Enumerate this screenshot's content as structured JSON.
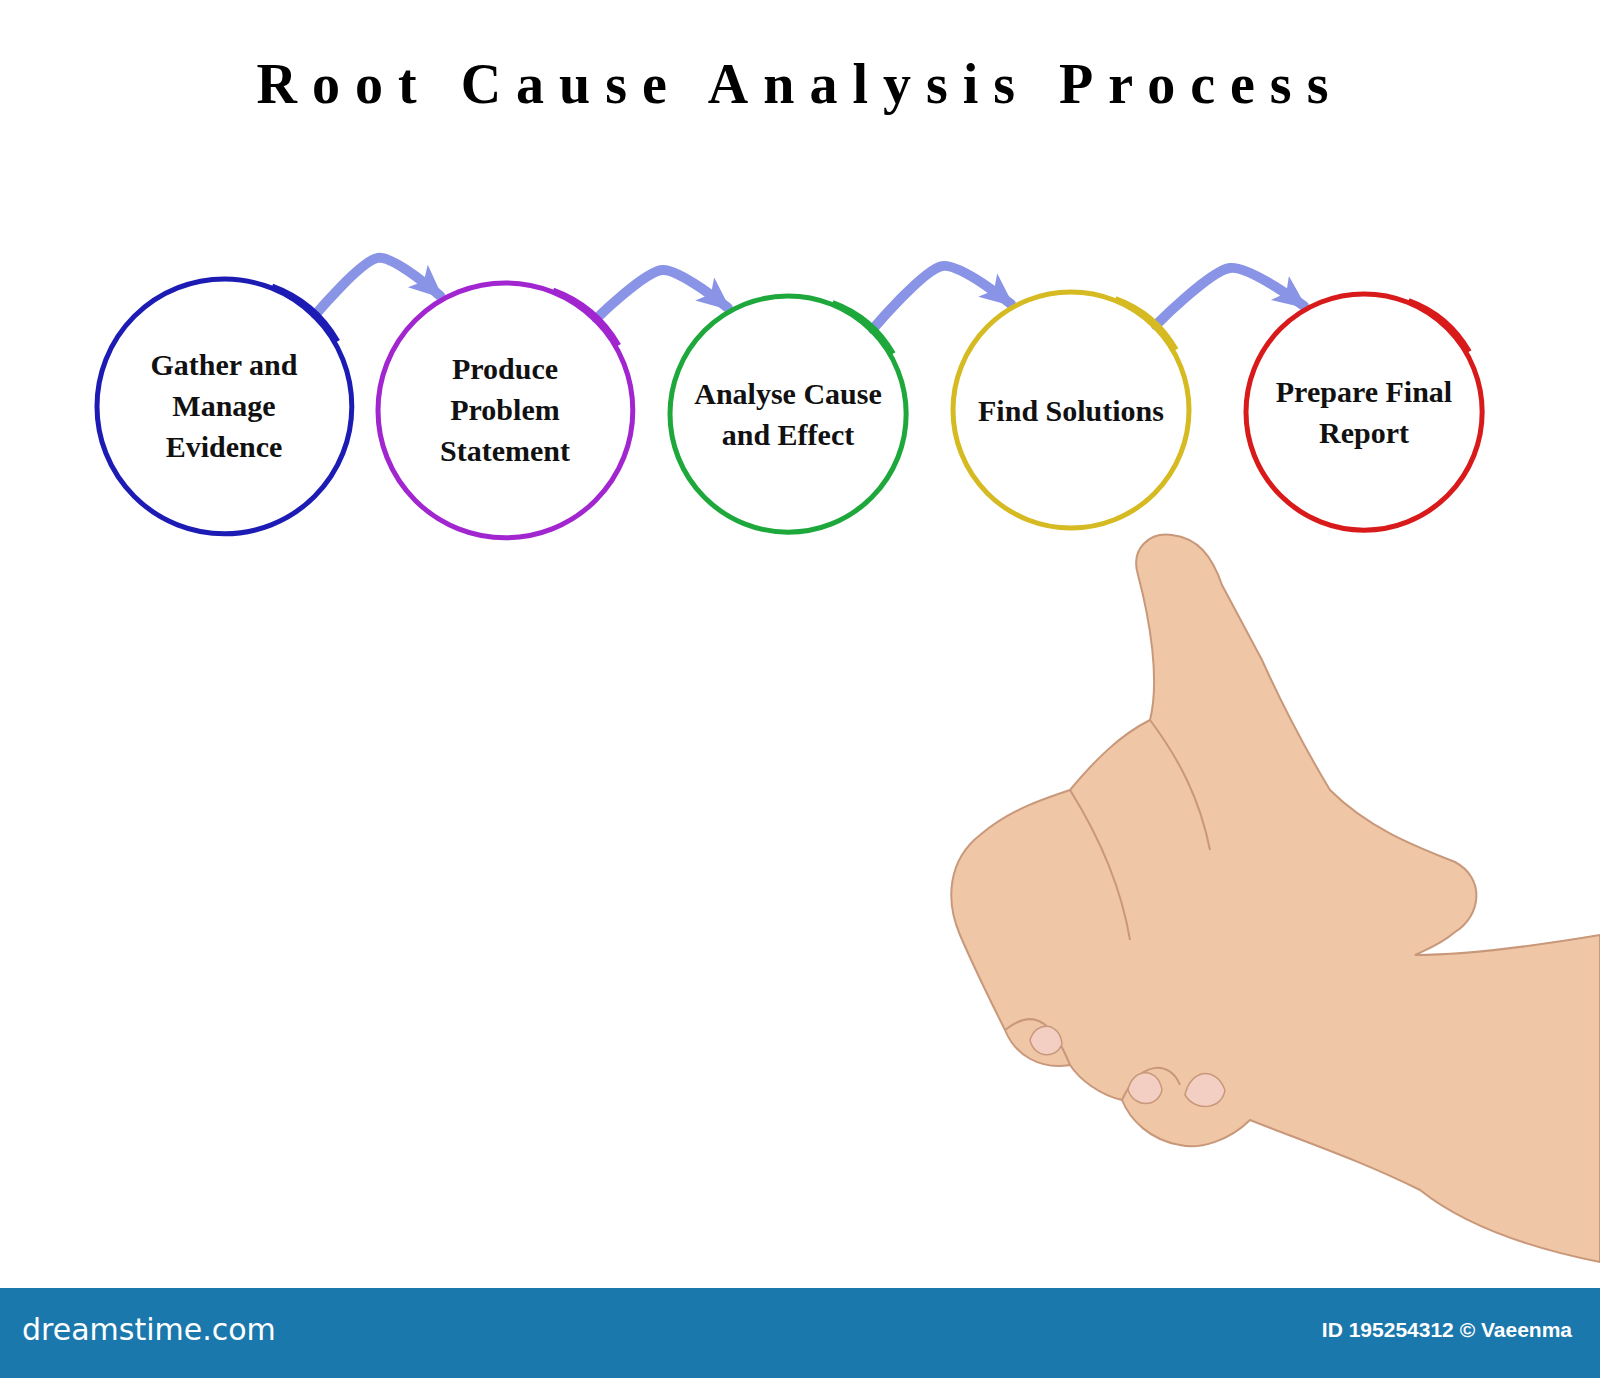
{
  "diagram": {
    "title": "Root Cause Analysis Process",
    "nodes": [
      {
        "text": [
          "Gather and Manage Evidence"
        ]
      },
      {
        "text": [
          "Produce Problem Statement"
        ]
      },
      {
        "text": [
          "Analyse Cause and Effect"
        ]
      },
      {
        "text": [
          "Find Solutions"
        ]
      },
      {
        "text": [
          "Prepare Final Report"
        ]
      }
    ],
    "edges": [
      {
        "from": 0,
        "to": 1,
        "arrow": "to"
      },
      {
        "from": 1,
        "to": 2,
        "arrow": "to"
      },
      {
        "from": 2,
        "to": 3,
        "arrow": "to"
      },
      {
        "from": 3,
        "to": 4,
        "arrow": "to"
      }
    ],
    "labels": [
      "dreamstime.com",
      "ID 195254312 © Vaeenma"
    ]
  }
}
